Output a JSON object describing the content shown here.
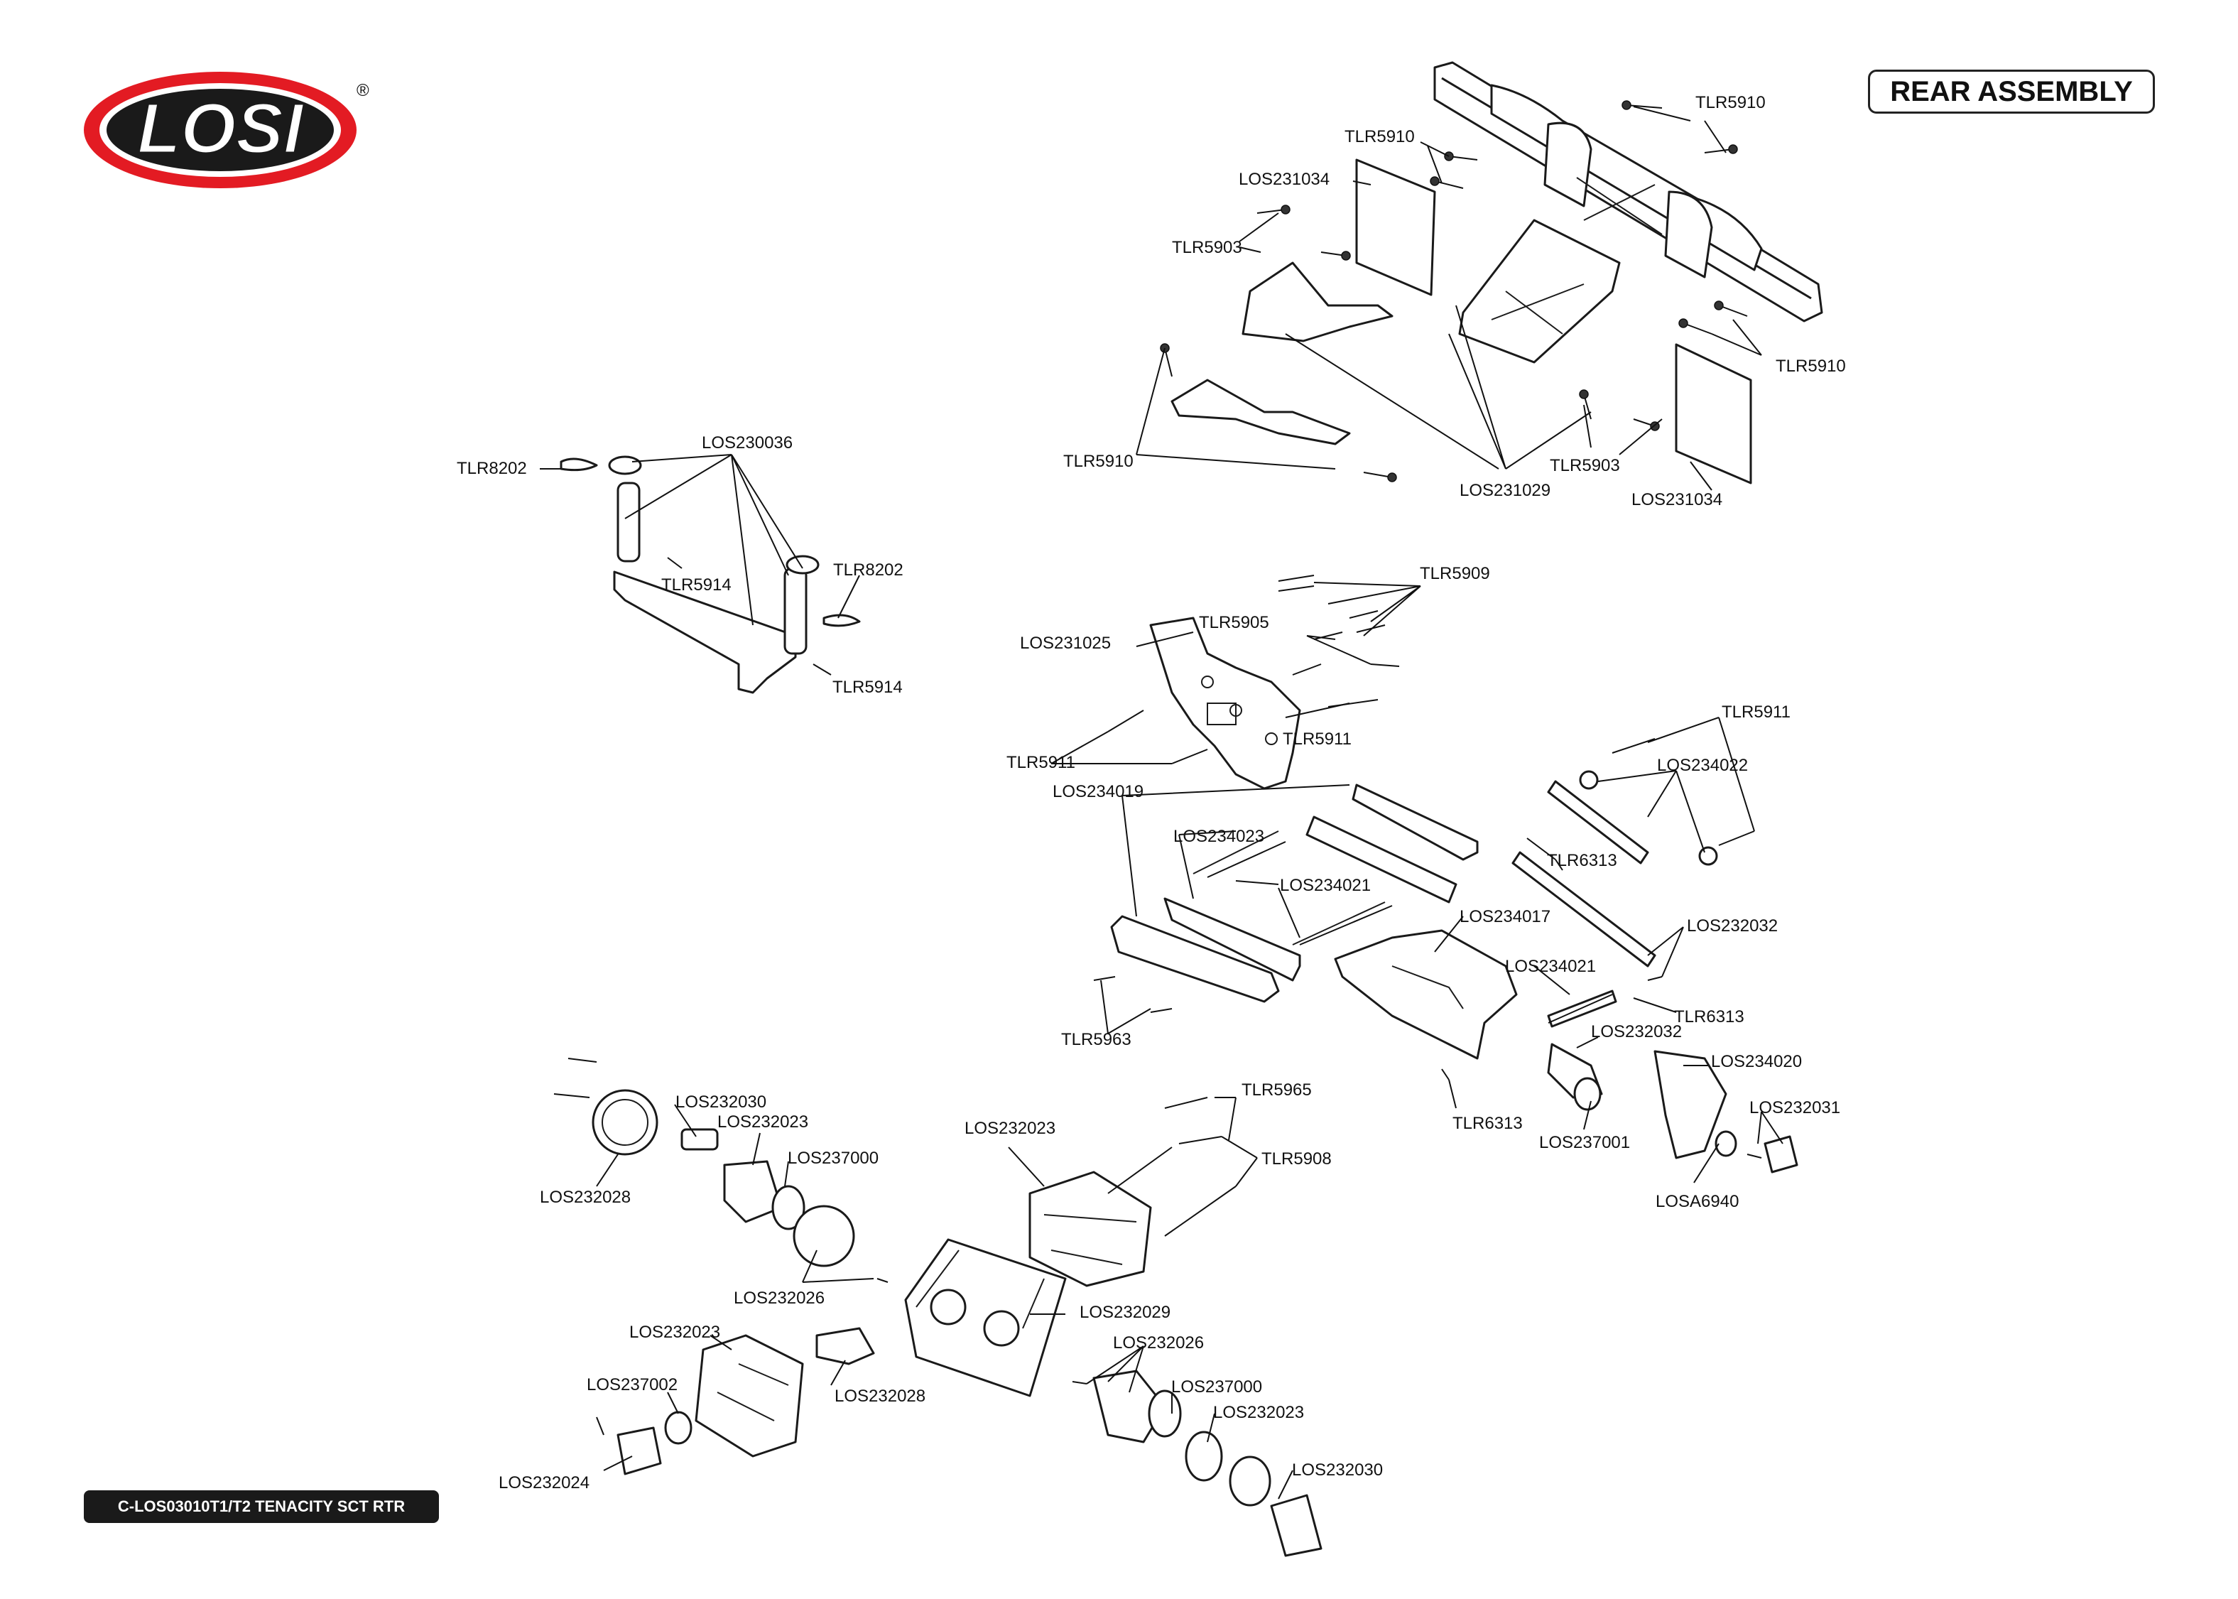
{
  "title": "REAR ASSEMBLY",
  "footer": "C-LOS03010T1/T2 TENACITY SCT RTR",
  "logo": {
    "text": "LOSI",
    "registered": "®",
    "colors": {
      "ring": "#e31b23",
      "inner": "#1a1a1a",
      "letters": "#ffffff"
    }
  },
  "labels": [
    "TLR5910",
    "TLR5910",
    "LOS231034",
    "TLR5903",
    "TLR5910",
    "TLR5910",
    "TLR5903",
    "LOS231029",
    "LOS231034",
    "TLR8202",
    "LOS230036",
    "TLR5914",
    "TLR8202",
    "TLR5914",
    "TLR5909",
    "TLR5905",
    "LOS231025",
    "TLR5911",
    "TLR5911",
    "LOS234019",
    "TLR5911",
    "LOS234022",
    "TLR6313",
    "LOS234023",
    "LOS234021",
    "LOS234017",
    "LOS232032",
    "LOS234021",
    "TLR6313",
    "TLR5963",
    "LOS232032",
    "LOS234020",
    "LOS232031",
    "TLR6313",
    "LOS237001",
    "LOSA6940",
    "LOS232030",
    "LOS232023",
    "LOS237000",
    "LOS232028",
    "LOS232026",
    "LOS232023",
    "TLR5965",
    "TLR5908",
    "LOS232029",
    "LOS232026",
    "LOS237000",
    "LOS232023",
    "LOS232030",
    "LOS232023",
    "LOS237002",
    "LOS232028",
    "LOS232024"
  ]
}
